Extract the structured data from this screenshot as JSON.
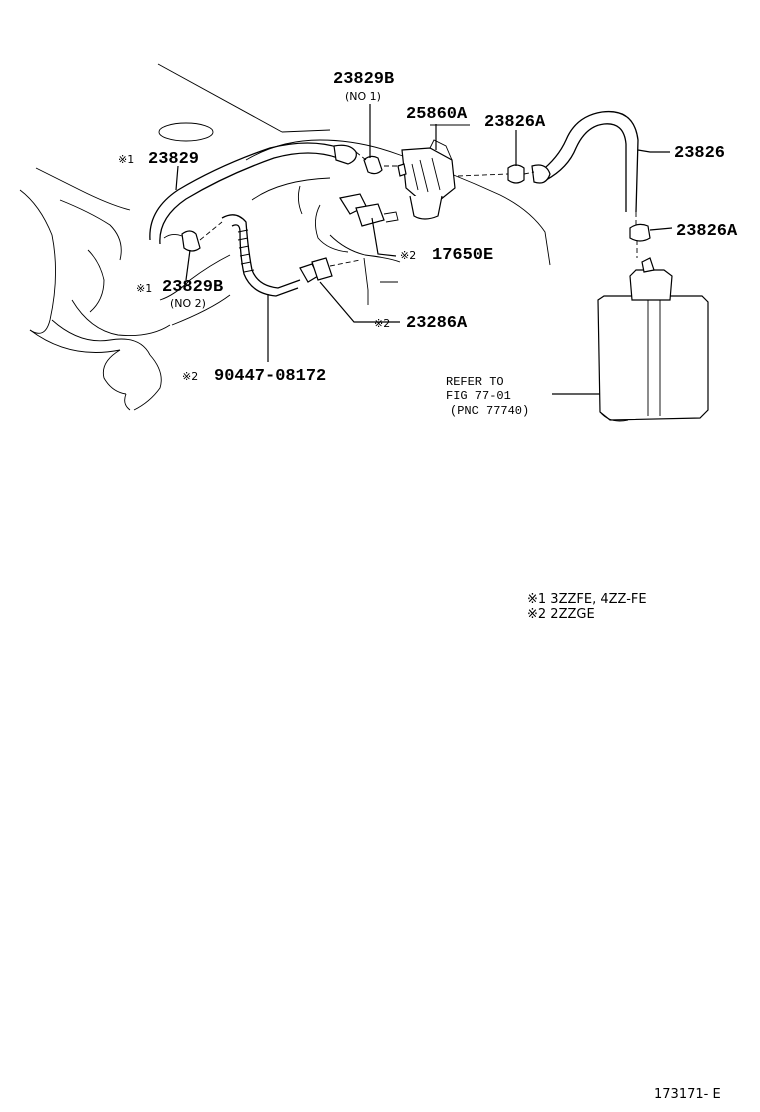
{
  "parts": {
    "p23829B_no1": {
      "number": "23829B",
      "note": "(NO 1)"
    },
    "p25860A": {
      "number": "25860A"
    },
    "p23826A_top": {
      "number": "23826A"
    },
    "p23826": {
      "number": "23826"
    },
    "p23829": {
      "mark": "※1",
      "number": "23829"
    },
    "p23826A_right": {
      "number": "23826A"
    },
    "p17650E": {
      "mark": "※2",
      "number": "17650E"
    },
    "p23829B_no2": {
      "mark": "※1",
      "number": "23829B",
      "note": "(NO 2)"
    },
    "p23286A": {
      "mark": "※2",
      "number": "23286A"
    },
    "p90447": {
      "mark": "※2",
      "number": "90447-08172"
    }
  },
  "reference": {
    "line1": "REFER TO",
    "line2": "FIG 77-01",
    "line3": "(PNC 77740)"
  },
  "legend": {
    "line1": "※1  3ZZFE, 4ZZ-FE",
    "line2": "※2  2ZZGE"
  },
  "figure_code": "173171- E"
}
